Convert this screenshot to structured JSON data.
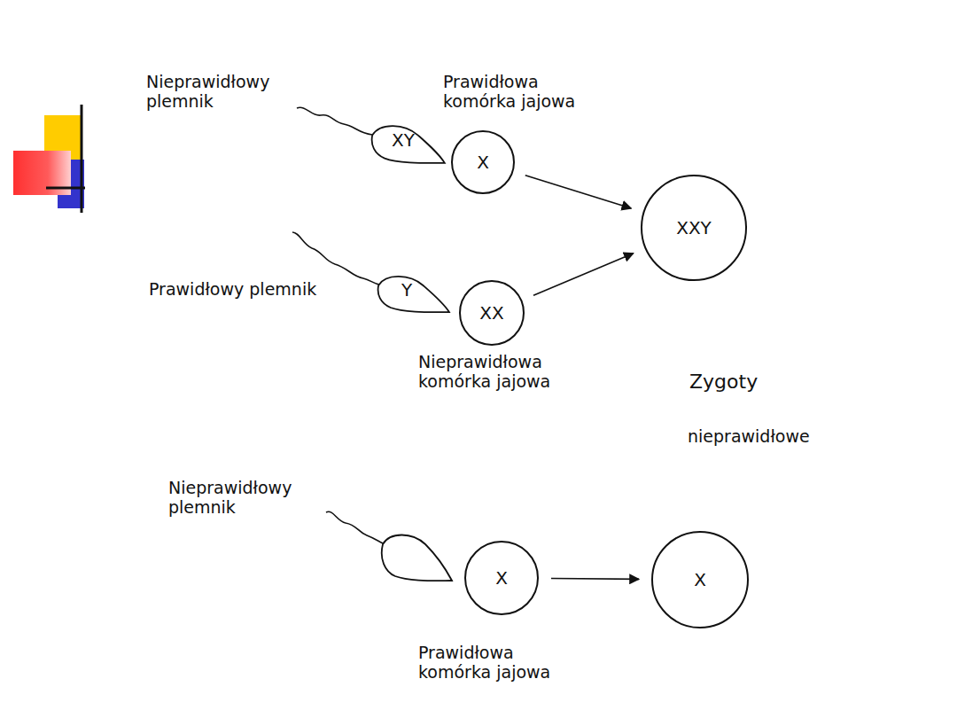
{
  "diagram": {
    "nodes": [
      {
        "text": [
          "XY"
        ]
      },
      {
        "text": [
          "X"
        ]
      },
      {
        "text": [
          "XXY"
        ]
      },
      {
        "text": [
          "Y"
        ]
      },
      {
        "text": [
          "XX"
        ]
      },
      {
        "text": [
          "X"
        ]
      },
      {
        "text": [
          "X"
        ]
      }
    ],
    "edges": [
      {
        "from": 1,
        "to": 2,
        "arrow": "to"
      },
      {
        "from": 4,
        "to": 2,
        "arrow": "to"
      },
      {
        "from": 5,
        "to": 6,
        "arrow": "to"
      }
    ],
    "labels": [
      "Nieprawidłowy plemnik",
      "Prawidłowa komórka jajowa",
      "Prawidłowy plemnik",
      "Nieprawidłowa komórka jajowa",
      "Zygoty",
      "nieprawidłowe",
      "Nieprawidłowy plemnik",
      "Prawidłowa komórka jajowa"
    ]
  }
}
